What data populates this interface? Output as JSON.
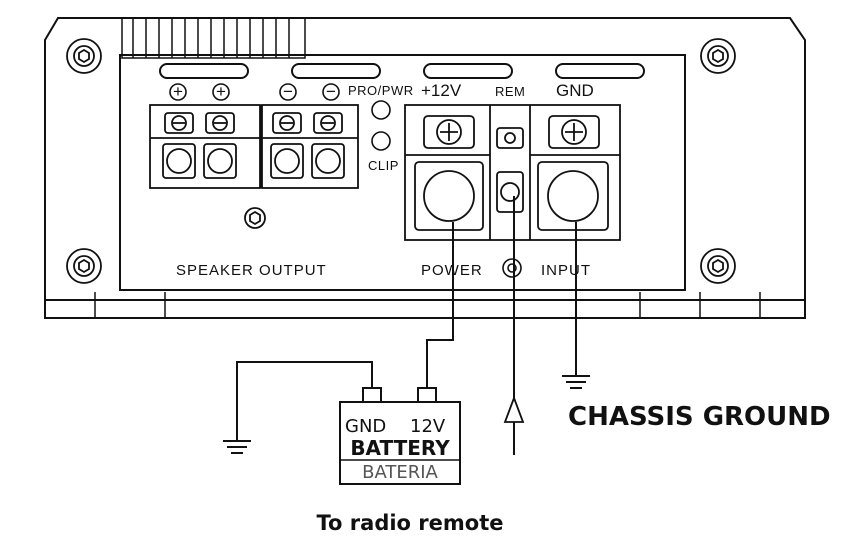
{
  "amp": {
    "terminal_labels": {
      "pro_pwr": "PRO/PWR",
      "clip": "CLIP",
      "plus_12v": "+12V",
      "rem": "REM",
      "gnd": "GND"
    },
    "section_labels": {
      "speaker_output": "SPEAKER OUTPUT",
      "power": "POWER",
      "input": "INPUT"
    },
    "speaker_polarity": [
      "+",
      "+",
      "−",
      "−"
    ]
  },
  "battery": {
    "gnd": "GND",
    "v12": "12V",
    "title": "BATTERY",
    "subtitle": "BATERIA"
  },
  "chassis_ground": "CHASSIS GROUND",
  "remote_caption": "To radio remote"
}
